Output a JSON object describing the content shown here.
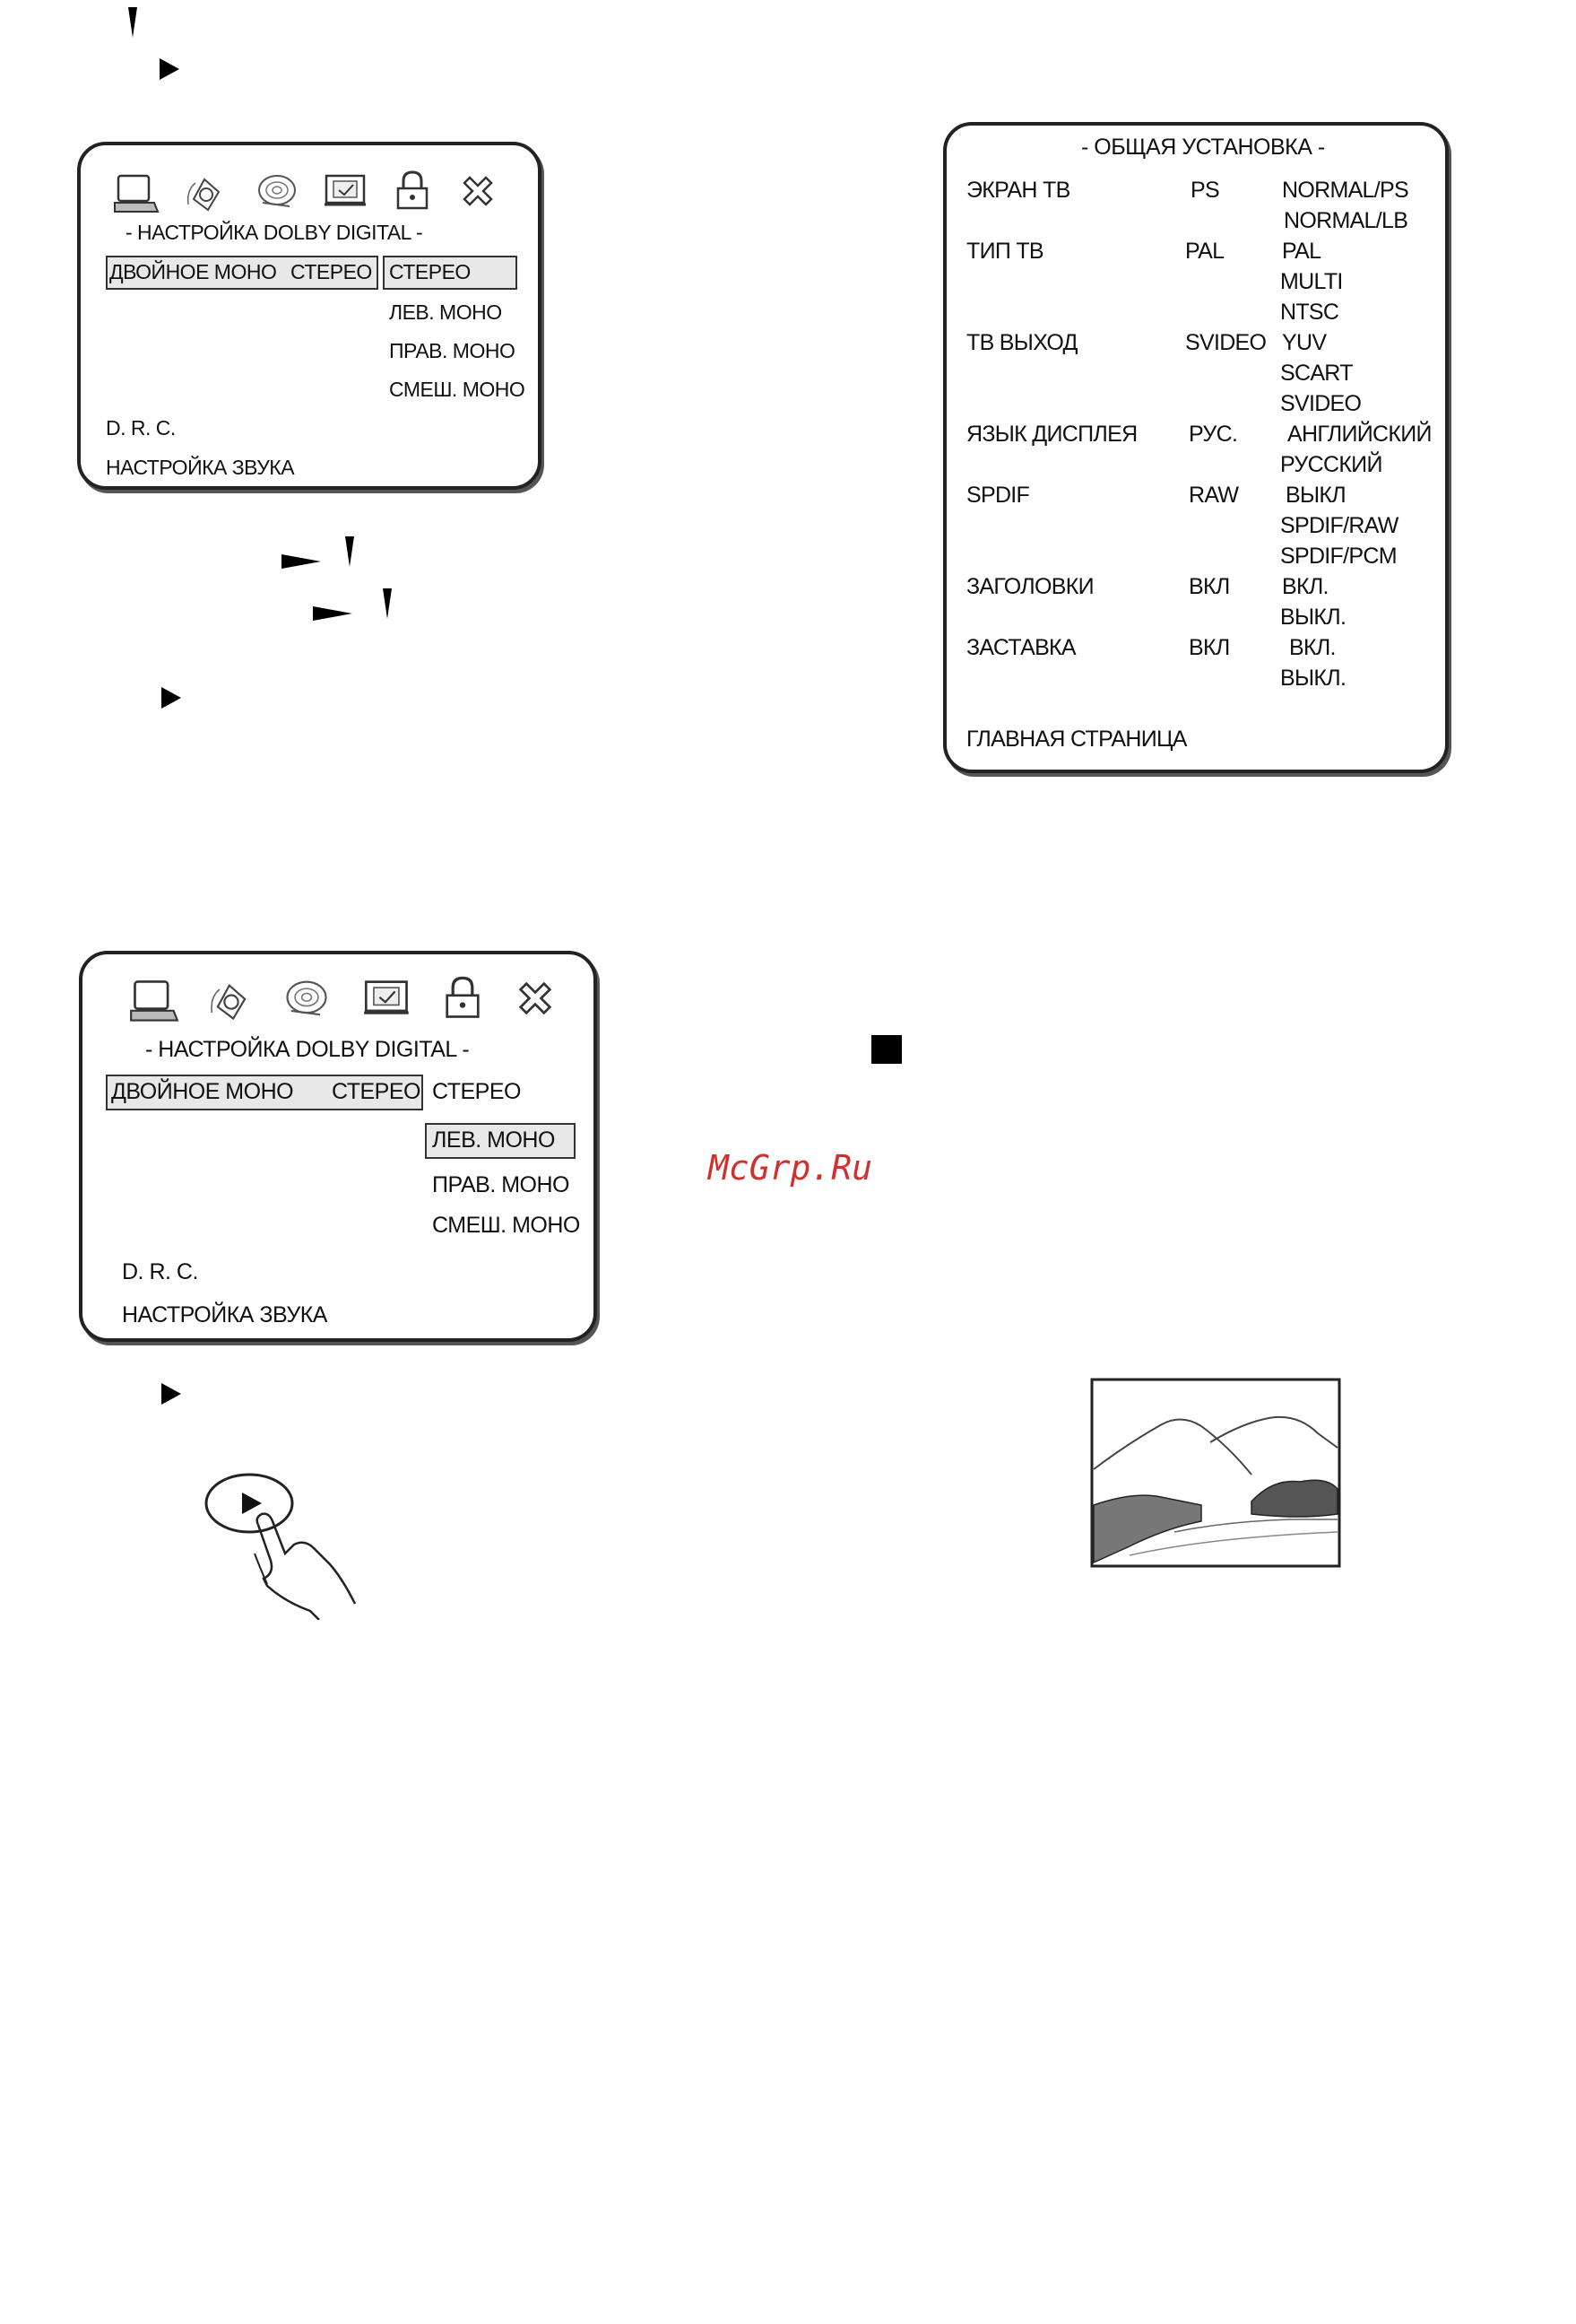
{
  "dolby_menu_1": {
    "title": "- НАСТРОЙКА DOLBY DIGITAL -",
    "row_label": "ДВОЙНОЕ МОНО",
    "row_value": "СТЕРЕО",
    "options": [
      "СТЕРЕО",
      "ЛЕВ. МОНО",
      "ПРАВ. МОНО",
      "СМЕШ. МОНО"
    ],
    "selected_option": "СТЕРЕО",
    "drc": "D. R. C.",
    "audio_setup": "НАСТРОЙКА ЗВУКА",
    "icons": [
      "tv-icon",
      "speaker-icon",
      "audio-disc-icon",
      "monitor-icon",
      "lock-icon",
      "exit-icon"
    ]
  },
  "dolby_menu_2": {
    "title": "- НАСТРОЙКА DOLBY DIGITAL -",
    "row_label": "ДВОЙНОЕ МОНО",
    "row_value": "СТЕРЕО",
    "options": [
      "СТЕРЕО",
      "ЛЕВ. МОНО",
      "ПРАВ. МОНО",
      "СМЕШ. МОНО"
    ],
    "selected_option": "ЛЕВ. МОНО",
    "drc": "D. R. C.",
    "audio_setup": "НАСТРОЙКА ЗВУКА",
    "icons": [
      "tv-icon",
      "speaker-icon",
      "audio-disc-icon",
      "monitor-icon",
      "lock-icon",
      "exit-icon"
    ]
  },
  "general_setup": {
    "title": "- ОБЩАЯ УСТАНОВКА -",
    "rows": [
      {
        "label": "ЭКРАН ТВ",
        "value": "PS",
        "options": [
          "NORMAL/PS",
          "NORMAL/LB"
        ]
      },
      {
        "label": "ТИП ТВ",
        "value": "PAL",
        "options": [
          "PAL",
          "MULTI",
          "NTSC"
        ]
      },
      {
        "label": "ТВ ВЫХОД",
        "value": "SVIDEO",
        "options": [
          "YUV",
          "SCART",
          "SVIDEO"
        ]
      },
      {
        "label": "ЯЗЫК ДИСПЛЕЯ",
        "value": "РУС.",
        "options": [
          "АНГЛИЙСКИЙ",
          "РУССКИЙ"
        ]
      },
      {
        "label": "SPDIF",
        "value": "RAW",
        "options": [
          "ВЫКЛ",
          "SPDIF/RAW",
          "SPDIF/PCM"
        ]
      },
      {
        "label": "ЗАГОЛОВКИ",
        "value": "ВКЛ",
        "options": [
          "ВКЛ.",
          "ВЫКЛ."
        ]
      },
      {
        "label": "ЗАСТАВКА",
        "value": "ВКЛ",
        "options": [
          "ВКЛ.",
          "ВЫКЛ."
        ]
      }
    ],
    "footer": "ГЛАВНАЯ СТРАНИЦА"
  },
  "watermark": "McGrp.Ru"
}
